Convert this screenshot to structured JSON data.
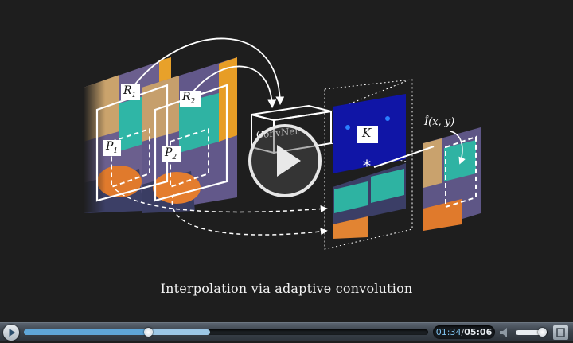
{
  "video": {
    "caption": "Interpolation via adaptive convolution",
    "diagram": {
      "label_R1": "R",
      "label_R1_sub": "1",
      "label_R2": "R",
      "label_R2_sub": "2",
      "label_P1": "P",
      "label_P1_sub": "1",
      "label_P2": "P",
      "label_P2_sub": "2",
      "label_convnet": "ConvNet",
      "label_kernel": "K",
      "label_output": "Î(x, y)",
      "label_convolve": "*"
    },
    "colors": {
      "kernel_blue": "#1015a6",
      "background": "#1e1e1e",
      "line": "#ffffff"
    }
  },
  "player": {
    "state": "paused",
    "play_icon": "play-icon",
    "progress_fraction": 0.308,
    "buffered_fraction": 0.46,
    "time_current": "01:34",
    "time_separator": "/",
    "time_total": "05:06",
    "volume_icon": "speaker-icon",
    "volume_fraction": 0.82,
    "fullscreen_icon": "fullscreen-icon",
    "accent_color": "#5fa6d8"
  }
}
